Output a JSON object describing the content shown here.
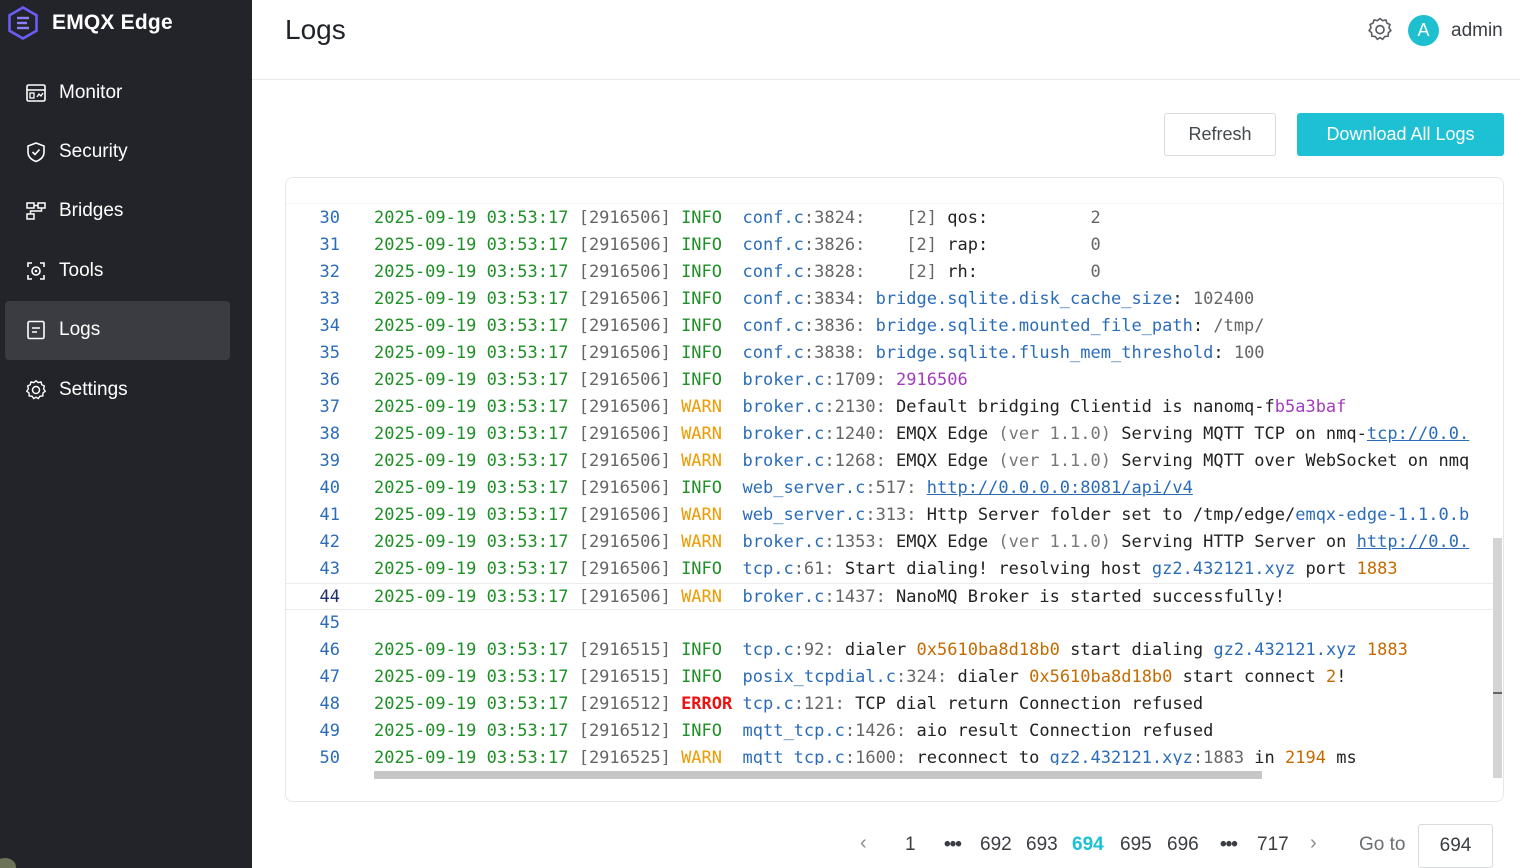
{
  "app": {
    "brand_name": "EMQX Edge",
    "brand_icon": "emqx-logo-icon",
    "accent_color": "#1ec0d4"
  },
  "sidebar": {
    "items": [
      {
        "label": "Monitor",
        "icon": "monitor-icon",
        "active": false
      },
      {
        "label": "Security",
        "icon": "shield-icon",
        "active": false
      },
      {
        "label": "Bridges",
        "icon": "bridges-icon",
        "active": false
      },
      {
        "label": "Tools",
        "icon": "tools-icon",
        "active": false
      },
      {
        "label": "Logs",
        "icon": "logs-icon",
        "active": true
      },
      {
        "label": "Settings",
        "icon": "gear-icon",
        "active": false
      }
    ]
  },
  "header": {
    "title": "Logs",
    "settings_icon": "gear-icon",
    "avatar_letter": "A",
    "user_name": "admin"
  },
  "toolbar": {
    "refresh_label": "Refresh",
    "download_label": "Download All Logs"
  },
  "log": {
    "current_line": "44",
    "lines": [
      {
        "n": "30",
        "segs": [
          [
            "2025-09-19 03:53:17",
            "date"
          ],
          [
            " [2916506] ",
            "pid"
          ],
          [
            "INFO",
            "info"
          ],
          [
            "  ",
            ""
          ],
          [
            "conf.c",
            "file"
          ],
          [
            ":3824:    ",
            "num"
          ],
          [
            "[2] ",
            "num"
          ],
          [
            "qos:          ",
            ""
          ],
          [
            "2",
            "num"
          ]
        ]
      },
      {
        "n": "31",
        "segs": [
          [
            "2025-09-19 03:53:17",
            "date"
          ],
          [
            " [2916506] ",
            "pid"
          ],
          [
            "INFO",
            "info"
          ],
          [
            "  ",
            ""
          ],
          [
            "conf.c",
            "file"
          ],
          [
            ":3826:    ",
            "num"
          ],
          [
            "[2] ",
            "num"
          ],
          [
            "rap:          ",
            ""
          ],
          [
            "0",
            "num"
          ]
        ]
      },
      {
        "n": "32",
        "segs": [
          [
            "2025-09-19 03:53:17",
            "date"
          ],
          [
            " [2916506] ",
            "pid"
          ],
          [
            "INFO",
            "info"
          ],
          [
            "  ",
            ""
          ],
          [
            "conf.c",
            "file"
          ],
          [
            ":3828:    ",
            "num"
          ],
          [
            "[2] ",
            "num"
          ],
          [
            "rh:           ",
            ""
          ],
          [
            "0",
            "num"
          ]
        ]
      },
      {
        "n": "33",
        "segs": [
          [
            "2025-09-19 03:53:17",
            "date"
          ],
          [
            " [2916506] ",
            "pid"
          ],
          [
            "INFO",
            "info"
          ],
          [
            "  ",
            ""
          ],
          [
            "conf.c",
            "file"
          ],
          [
            ":3834: ",
            "num"
          ],
          [
            "bridge.sqlite.disk_cache_size",
            "key"
          ],
          [
            ": ",
            ""
          ],
          [
            "102400",
            "num"
          ]
        ]
      },
      {
        "n": "34",
        "segs": [
          [
            "2025-09-19 03:53:17",
            "date"
          ],
          [
            " [2916506] ",
            "pid"
          ],
          [
            "INFO",
            "info"
          ],
          [
            "  ",
            ""
          ],
          [
            "conf.c",
            "file"
          ],
          [
            ":3836: ",
            "num"
          ],
          [
            "bridge.sqlite.mounted_file_path",
            "key"
          ],
          [
            ": ",
            ""
          ],
          [
            "/tmp/",
            "num"
          ]
        ]
      },
      {
        "n": "35",
        "segs": [
          [
            "2025-09-19 03:53:17",
            "date"
          ],
          [
            " [2916506] ",
            "pid"
          ],
          [
            "INFO",
            "info"
          ],
          [
            "  ",
            ""
          ],
          [
            "conf.c",
            "file"
          ],
          [
            ":3838: ",
            "num"
          ],
          [
            "bridge.sqlite.flush_mem_threshold",
            "key"
          ],
          [
            ": ",
            ""
          ],
          [
            "100",
            "num"
          ]
        ]
      },
      {
        "n": "36",
        "segs": [
          [
            "2025-09-19 03:53:17",
            "date"
          ],
          [
            " [2916506] ",
            "pid"
          ],
          [
            "INFO",
            "info"
          ],
          [
            "  ",
            ""
          ],
          [
            "broker.c",
            "file"
          ],
          [
            ":1709: ",
            "num"
          ],
          [
            "2916506",
            "purple"
          ]
        ]
      },
      {
        "n": "37",
        "segs": [
          [
            "2025-09-19 03:53:17",
            "date"
          ],
          [
            " [2916506] ",
            "pid"
          ],
          [
            "WARN",
            "warn"
          ],
          [
            "  ",
            ""
          ],
          [
            "broker.c",
            "file"
          ],
          [
            ":2130: ",
            "num"
          ],
          [
            "Default bridging Clientid is nanomq-f",
            ""
          ],
          [
            "b5a3baf",
            "purple"
          ]
        ]
      },
      {
        "n": "38",
        "segs": [
          [
            "2025-09-19 03:53:17",
            "date"
          ],
          [
            " [2916506] ",
            "pid"
          ],
          [
            "WARN",
            "warn"
          ],
          [
            "  ",
            ""
          ],
          [
            "broker.c",
            "file"
          ],
          [
            ":1240: ",
            "num"
          ],
          [
            "EMQX Edge ",
            ""
          ],
          [
            "(ver 1.1.0)",
            "dim"
          ],
          [
            " Serving MQTT TCP on nmq-",
            ""
          ],
          [
            "tcp://0.0.",
            "link"
          ]
        ]
      },
      {
        "n": "39",
        "segs": [
          [
            "2025-09-19 03:53:17",
            "date"
          ],
          [
            " [2916506] ",
            "pid"
          ],
          [
            "WARN",
            "warn"
          ],
          [
            "  ",
            ""
          ],
          [
            "broker.c",
            "file"
          ],
          [
            ":1268: ",
            "num"
          ],
          [
            "EMQX Edge ",
            ""
          ],
          [
            "(ver 1.1.0)",
            "dim"
          ],
          [
            " Serving MQTT over WebSocket on nmq",
            ""
          ]
        ]
      },
      {
        "n": "40",
        "segs": [
          [
            "2025-09-19 03:53:17",
            "date"
          ],
          [
            " [2916506] ",
            "pid"
          ],
          [
            "INFO",
            "info"
          ],
          [
            "  ",
            ""
          ],
          [
            "web_server.c",
            "file"
          ],
          [
            ":517: ",
            "num"
          ],
          [
            "http://0.0.0.0:8081/api/v4",
            "link"
          ]
        ]
      },
      {
        "n": "41",
        "segs": [
          [
            "2025-09-19 03:53:17",
            "date"
          ],
          [
            " [2916506] ",
            "pid"
          ],
          [
            "WARN",
            "warn"
          ],
          [
            "  ",
            ""
          ],
          [
            "web_server.c",
            "file"
          ],
          [
            ":313: ",
            "num"
          ],
          [
            "Http Server folder set to /tmp/edge/",
            ""
          ],
          [
            "emqx-edge-1.1.0.b",
            "key"
          ]
        ]
      },
      {
        "n": "42",
        "segs": [
          [
            "2025-09-19 03:53:17",
            "date"
          ],
          [
            " [2916506] ",
            "pid"
          ],
          [
            "WARN",
            "warn"
          ],
          [
            "  ",
            ""
          ],
          [
            "broker.c",
            "file"
          ],
          [
            ":1353: ",
            "num"
          ],
          [
            "EMQX Edge ",
            ""
          ],
          [
            "(ver 1.1.0)",
            "dim"
          ],
          [
            " Serving HTTP Server on ",
            ""
          ],
          [
            "http://0.0.",
            "link"
          ]
        ]
      },
      {
        "n": "43",
        "segs": [
          [
            "2025-09-19 03:53:17",
            "date"
          ],
          [
            " [2916506] ",
            "pid"
          ],
          [
            "INFO",
            "info"
          ],
          [
            "  ",
            ""
          ],
          [
            "tcp.c",
            "file"
          ],
          [
            ":61: ",
            "num"
          ],
          [
            "Start dialing! resolving host ",
            ""
          ],
          [
            "gz2.432121.xyz",
            "key"
          ],
          [
            " port ",
            ""
          ],
          [
            "1883",
            "orange"
          ]
        ]
      },
      {
        "n": "44",
        "segs": [
          [
            "2025-09-19 03:53:17",
            "date"
          ],
          [
            " [2916506] ",
            "pid"
          ],
          [
            "WARN",
            "warn"
          ],
          [
            "  ",
            ""
          ],
          [
            "broker.c",
            "file"
          ],
          [
            ":1437: ",
            "num"
          ],
          [
            "NanoMQ Broker is started successfully!",
            ""
          ]
        ]
      },
      {
        "n": "45",
        "segs": []
      },
      {
        "n": "46",
        "segs": [
          [
            "2025-09-19 03:53:17",
            "date"
          ],
          [
            " [2916515] ",
            "pid"
          ],
          [
            "INFO",
            "info"
          ],
          [
            "  ",
            ""
          ],
          [
            "tcp.c",
            "file"
          ],
          [
            ":92: ",
            "num"
          ],
          [
            "dialer ",
            ""
          ],
          [
            "0x5610ba8d18b0",
            "orange"
          ],
          [
            " start dialing ",
            ""
          ],
          [
            "gz2.432121.xyz",
            "key"
          ],
          [
            " ",
            ""
          ],
          [
            "1883",
            "orange"
          ]
        ]
      },
      {
        "n": "47",
        "segs": [
          [
            "2025-09-19 03:53:17",
            "date"
          ],
          [
            " [2916515] ",
            "pid"
          ],
          [
            "INFO",
            "info"
          ],
          [
            "  ",
            ""
          ],
          [
            "posix_tcpdial.c",
            "file"
          ],
          [
            ":324: ",
            "num"
          ],
          [
            "dialer ",
            ""
          ],
          [
            "0x5610ba8d18b0",
            "orange"
          ],
          [
            " start connect ",
            ""
          ],
          [
            "2",
            "orange"
          ],
          [
            "!",
            ""
          ]
        ]
      },
      {
        "n": "48",
        "segs": [
          [
            "2025-09-19 03:53:17",
            "date"
          ],
          [
            " [2916512] ",
            "pid"
          ],
          [
            "ERROR",
            "error"
          ],
          [
            " ",
            ""
          ],
          [
            "tcp.c",
            "file"
          ],
          [
            ":121: ",
            "num"
          ],
          [
            "TCP dial return Connection refused",
            ""
          ]
        ]
      },
      {
        "n": "49",
        "segs": [
          [
            "2025-09-19 03:53:17",
            "date"
          ],
          [
            " [2916512] ",
            "pid"
          ],
          [
            "INFO",
            "info"
          ],
          [
            "  ",
            ""
          ],
          [
            "mqtt_tcp.c",
            "file"
          ],
          [
            ":1426: ",
            "num"
          ],
          [
            "aio result Connection refused",
            ""
          ]
        ]
      },
      {
        "n": "50",
        "segs": [
          [
            "2025-09-19 03:53:17",
            "date"
          ],
          [
            " [2916525] ",
            "pid"
          ],
          [
            "WARN",
            "warn"
          ],
          [
            "  ",
            ""
          ],
          [
            "mqtt_tcp.c",
            "file"
          ],
          [
            ":1600: ",
            "num"
          ],
          [
            "reconnect to ",
            ""
          ],
          [
            "gz2.432121.xyz",
            "key"
          ],
          [
            ":1883",
            "num"
          ],
          [
            " in ",
            ""
          ],
          [
            "2194",
            "orange"
          ],
          [
            " ms",
            ""
          ]
        ]
      }
    ]
  },
  "pagination": {
    "prev_icon": "chevron-left-icon",
    "next_icon": "chevron-right-icon",
    "ellipsis": "•••",
    "pages": [
      "1",
      "692",
      "693",
      "694",
      "695",
      "696",
      "717"
    ],
    "current": "694",
    "goto_label": "Go to",
    "goto_value": "694"
  }
}
